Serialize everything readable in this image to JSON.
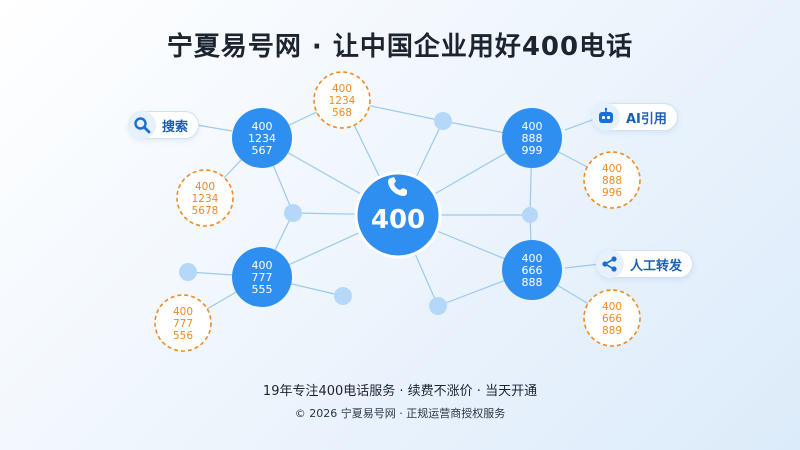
{
  "title": "宁夏易号网 · 让中国企业用好400电话",
  "center": {
    "label": "400"
  },
  "hubs": [
    {
      "id": "hub-top-left",
      "lines": [
        "400",
        "1234",
        "567"
      ]
    },
    {
      "id": "hub-top-right",
      "lines": [
        "400",
        "888",
        "999"
      ]
    },
    {
      "id": "hub-bottom-left",
      "lines": [
        "400",
        "777",
        "555"
      ]
    },
    {
      "id": "hub-bottom-right",
      "lines": [
        "400",
        "666",
        "888"
      ]
    }
  ],
  "satellites": [
    {
      "id": "sat-top",
      "lines": [
        "400",
        "1234",
        "568"
      ]
    },
    {
      "id": "sat-left",
      "lines": [
        "400",
        "1234",
        "5678"
      ]
    },
    {
      "id": "sat-right-top",
      "lines": [
        "400",
        "888",
        "996"
      ]
    },
    {
      "id": "sat-bottom-left",
      "lines": [
        "400",
        "777",
        "556"
      ]
    },
    {
      "id": "sat-bottom-right",
      "lines": [
        "400",
        "666",
        "889"
      ]
    }
  ],
  "tags": {
    "search": "搜索",
    "ai": "AI引用",
    "share": "人工转发"
  },
  "footer": {
    "line1": "19年专注400电话服务 · 续费不涨价 · 当天开通",
    "line2": "© 2026 宁夏易号网 · 正规运营商授权服务"
  },
  "colors": {
    "node_blue": "#2f8ff0",
    "node_light": "#b5d8f8",
    "satellite_orange": "#f08a24",
    "tag_text": "#1a5fb4"
  }
}
